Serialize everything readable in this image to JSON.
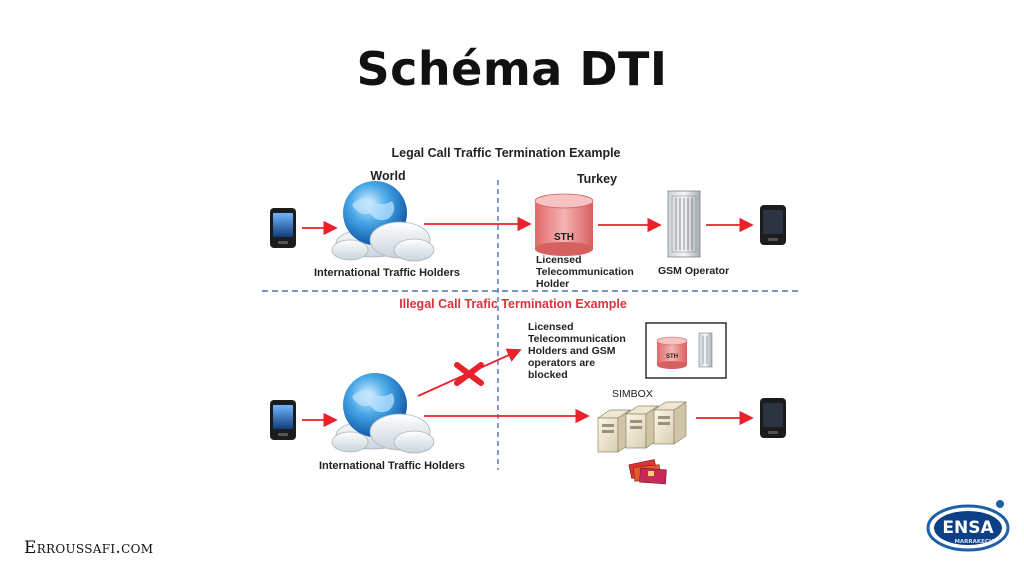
{
  "slide": {
    "title": "Schéma DTI"
  },
  "legal": {
    "heading": "Legal Call Traffic Termination Example",
    "region_left": "World",
    "region_right": "Turkey",
    "holders_label": "International Traffic Holders",
    "sth_label": "STH",
    "licensed_lines": [
      "Licensed",
      "Telecommunication",
      "Holder"
    ],
    "gsm_label": "GSM Operator"
  },
  "illegal": {
    "heading": "Illegal Call Trafic Termination Example",
    "blocked_lines": [
      "Licensed",
      "Telecommunication",
      "Holders and GSM",
      "operators are",
      "blocked"
    ],
    "sth_label": "STH",
    "simbox_label": "SIMBOX",
    "holders_label": "International Traffic Holders"
  },
  "footer": {
    "brand": "Erroussafi.com"
  },
  "logo": {
    "text": "ENSA",
    "subtext": "MARRAKECH"
  },
  "colors": {
    "arrow": "#e8212a",
    "divider": "#4a74b8",
    "illegal_heading": "#d9333b",
    "sth_fill": "#f2a0a0"
  }
}
